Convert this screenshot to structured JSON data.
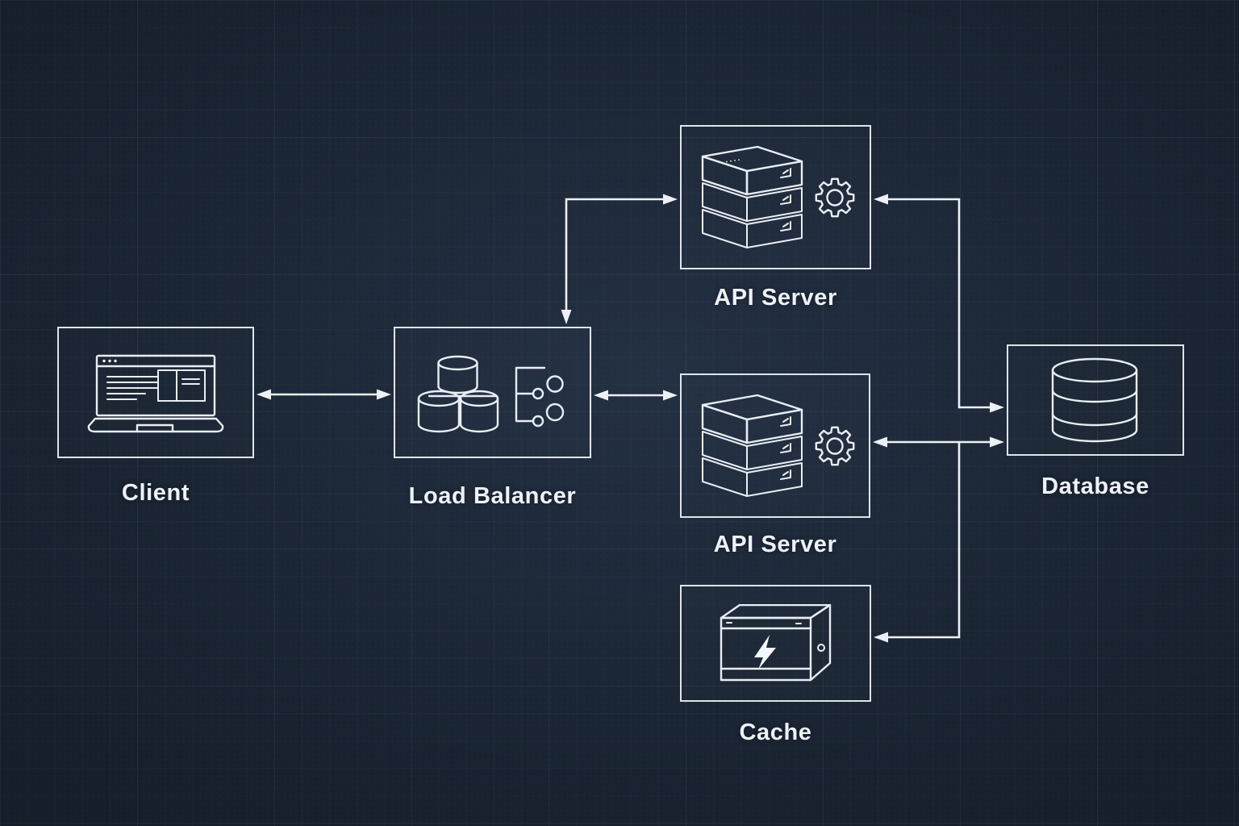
{
  "diagram": {
    "type": "architecture-blueprint",
    "colors": {
      "background": "#18222f",
      "grid_line": "#2c3b52",
      "stroke": "#edf1f6",
      "label_text": "#eef2f8"
    },
    "nodes": [
      {
        "id": "client",
        "label": "Client",
        "icon": "laptop-icon"
      },
      {
        "id": "load-balancer",
        "label": "Load Balancer",
        "icon": "load-balancer-icon"
      },
      {
        "id": "api-server-1",
        "label": "API Server",
        "icon": "server-stack-gear-icon"
      },
      {
        "id": "api-server-2",
        "label": "API Server",
        "icon": "server-stack-gear-icon"
      },
      {
        "id": "database",
        "label": "Database",
        "icon": "database-cylinder-icon"
      },
      {
        "id": "cache",
        "label": "Cache",
        "icon": "cache-box-bolt-icon"
      }
    ],
    "edges": [
      {
        "from": "client",
        "to": "load-balancer",
        "direction": "bidirectional",
        "route": "straight"
      },
      {
        "from": "load-balancer",
        "to": "api-server-1",
        "direction": "bidirectional",
        "route": "elbow-up"
      },
      {
        "from": "load-balancer",
        "to": "api-server-2",
        "direction": "bidirectional",
        "route": "straight"
      },
      {
        "from": "api-server-1",
        "to": "database",
        "direction": "bidirectional",
        "route": "elbow-right"
      },
      {
        "from": "api-server-2",
        "to": "database",
        "direction": "bidirectional",
        "route": "straight"
      },
      {
        "from": "database",
        "to": "cache",
        "direction": "into-cache",
        "route": "elbow-down"
      }
    ]
  }
}
